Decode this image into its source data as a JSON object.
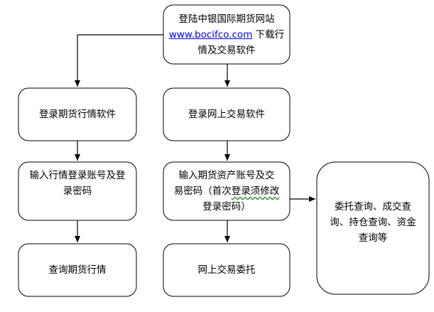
{
  "nodes": {
    "download": {
      "line1": "登陆中银国际期货网站",
      "url": "www.bocifco.com",
      "line2_suffix": " 下载行",
      "line3": "情及交易软件"
    },
    "quote_login": {
      "label": "登录期货行情软件"
    },
    "trade_login": {
      "label": "登录网上交易软件"
    },
    "quote_account": {
      "line1": "输入行情登录账号及登",
      "line2": "录密码"
    },
    "trade_account": {
      "line1": "输入期货资产账号及交",
      "line2_a": "易密码（首次",
      "line2_b": "登录须修改",
      "line3": "登录密码）"
    },
    "quote_query": {
      "label": "查询期货行情"
    },
    "trade_order": {
      "label": "网上交易委托"
    },
    "services": {
      "line1": "委托查询、成交查",
      "line2": "询、持仓查询、资金",
      "line3": "查询等"
    }
  },
  "colors": {
    "stroke": "#000000",
    "fill": "#ffffff",
    "link": "#0000ee",
    "spellcheck_underline": "#2e8b2e"
  }
}
